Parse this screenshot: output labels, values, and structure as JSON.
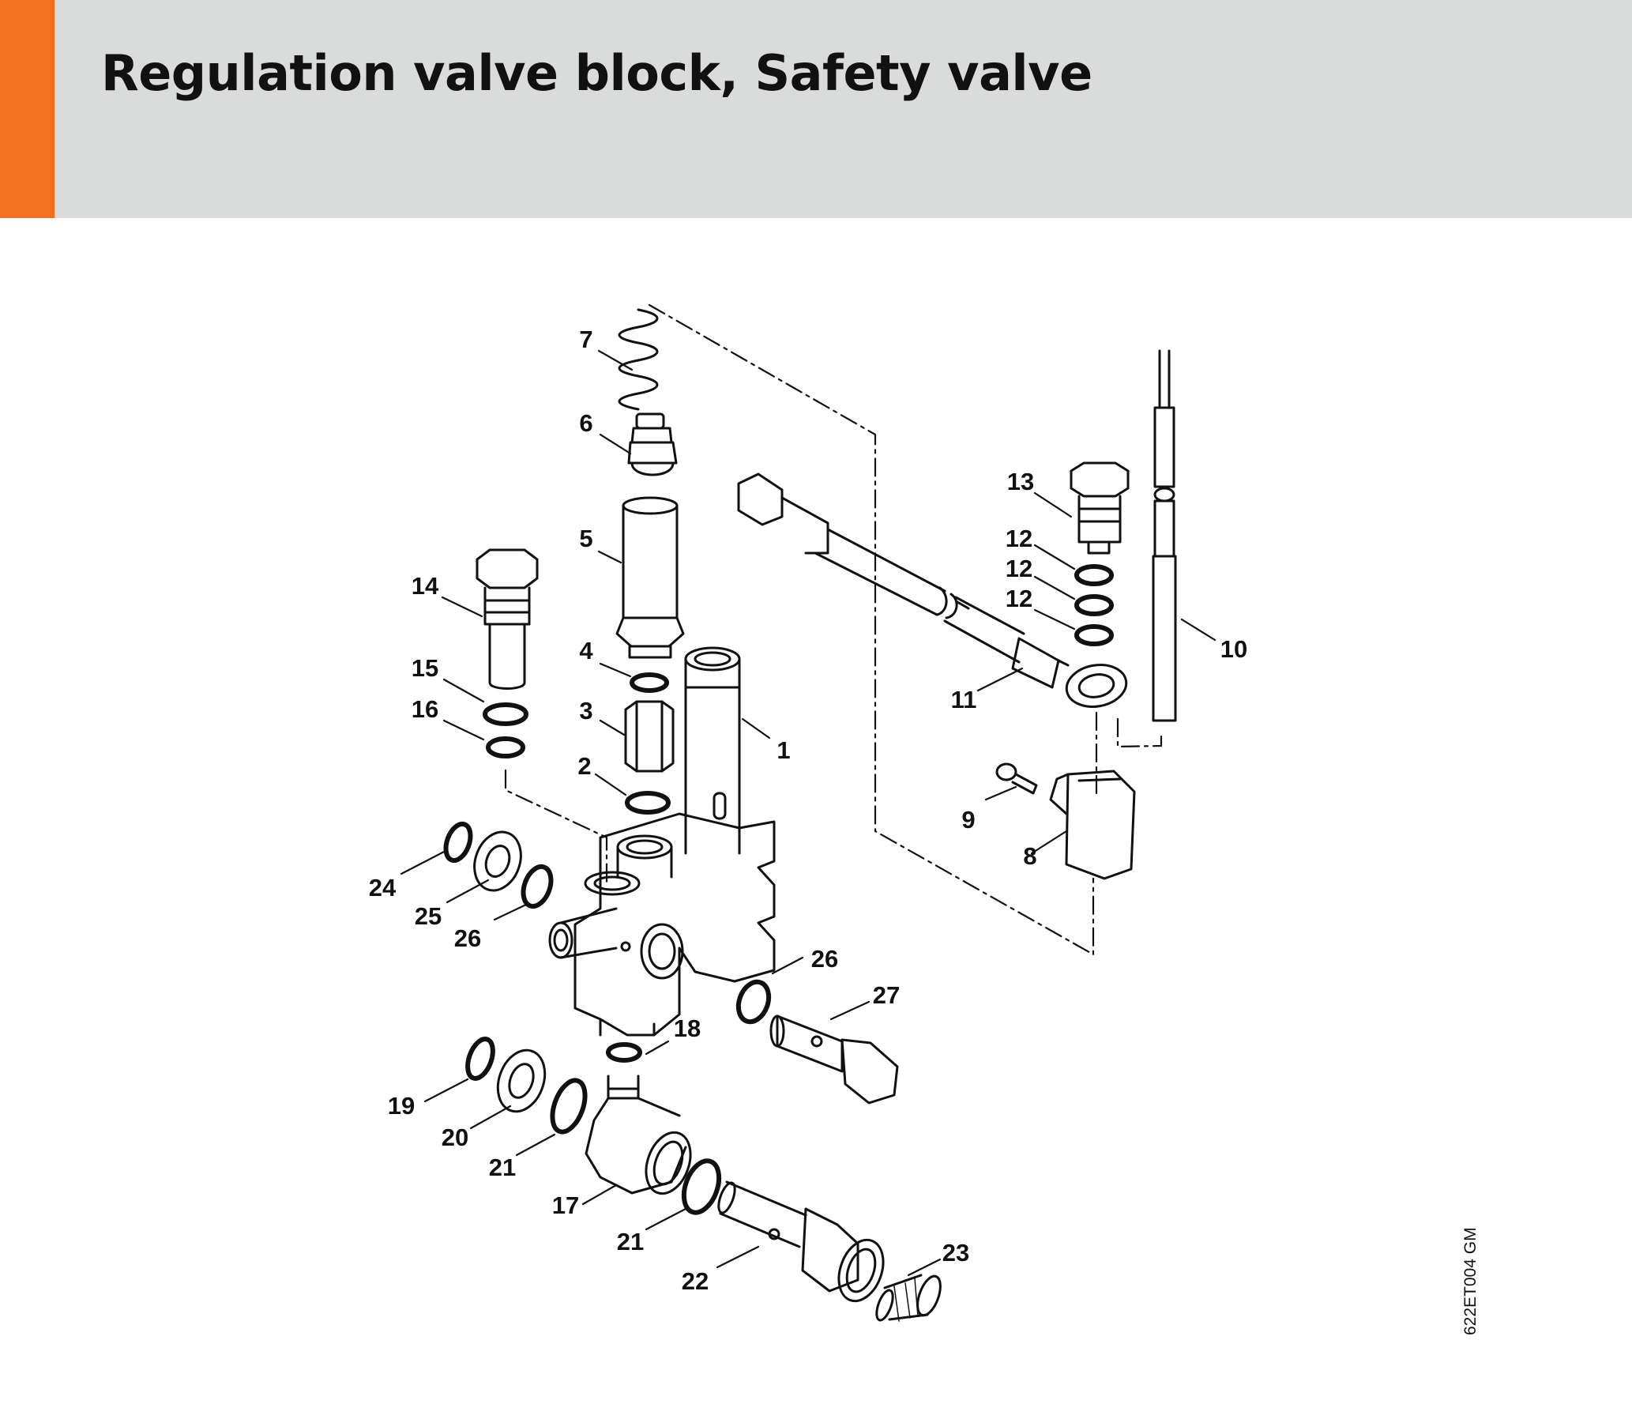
{
  "header": {
    "title": "Regulation valve block, Safety valve",
    "accent_color": "#f37021",
    "background_color": "#dadbdb"
  },
  "diagram": {
    "drawing_code": "622ET004 GM",
    "callouts": [
      "1",
      "2",
      "3",
      "4",
      "5",
      "6",
      "7",
      "8",
      "9",
      "10",
      "11",
      "12",
      "12",
      "12",
      "13",
      "14",
      "15",
      "16",
      "17",
      "18",
      "19",
      "20",
      "21",
      "21",
      "22",
      "23",
      "24",
      "25",
      "26",
      "26",
      "27"
    ]
  }
}
